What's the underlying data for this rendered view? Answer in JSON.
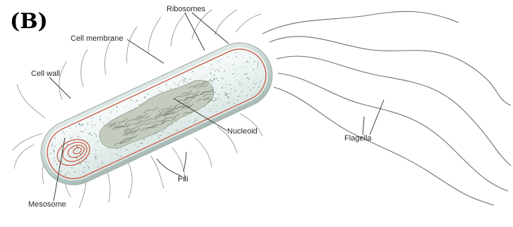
{
  "figure": {
    "panel_label": "(B)",
    "labels": {
      "ribosomes": "Ribosomes",
      "cell_membrane": "Cell membrane",
      "cell_wall": "Cell wall",
      "nucleoid": "Nucleoid",
      "flagella": "Flagella",
      "pili": "Pili",
      "mesosome": "Mesosome"
    }
  },
  "colors": {
    "cell_wall": "#b9c9c4",
    "cytoplasm": "#eef5f4",
    "membrane": "#c8563f",
    "nucleoid": "#b8c2b6",
    "ribosome_dots": "#6f8580"
  }
}
